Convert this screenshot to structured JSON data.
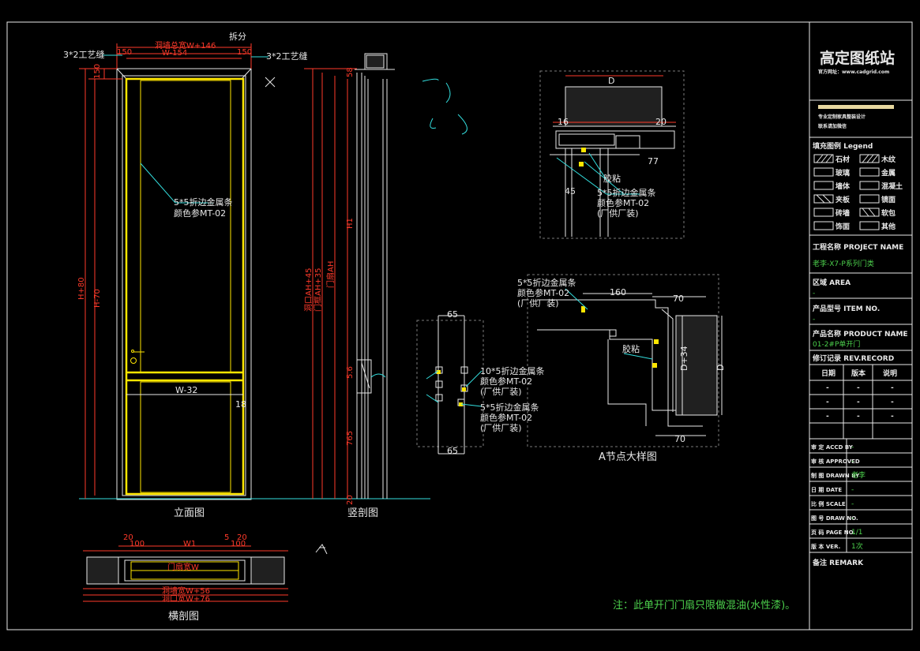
{
  "views": {
    "elevation_title": "立面图",
    "vertical_section_title": "竖剖图",
    "horizontal_section_title": "横剖图",
    "node_detail_title": "A节点大样图"
  },
  "elevation": {
    "dim_top_outer": "洞墙总宽W+146",
    "dim_top_inner": "W-154",
    "dim_top_left": "150",
    "dim_top_right": "150",
    "dim_left_150": "150",
    "dim_h80": "H+80",
    "dim_h70": "H-70",
    "label_3x2_left": "3*2工艺缝",
    "label_3x2_right": "3*2工艺缝",
    "label_chaifen": "拆分",
    "label_mid_w32": "W-32",
    "dim_18": "18",
    "metal_strip_line1": "5*5折边金属条",
    "metal_strip_line2": "颜色参MT-02"
  },
  "vertical_section": {
    "dim_hole_ah45": "洞口AH+45",
    "dim_frame_ah35": "门框AH+35",
    "dim_door_ah": "门扇AH",
    "dim_h1": "H1",
    "dim_765": "765",
    "dim_58": "58",
    "dim_20": "20",
    "dim_56": "5.6"
  },
  "horizontal_section": {
    "dim_20_left": "20",
    "dim_100_left": "100",
    "dim_w1": "W1",
    "dim_5": "5",
    "dim_20_right": "20",
    "dim_100_right": "100",
    "label_door_w": "门扇宽W",
    "label_hole_w56": "洞墙宽W+56",
    "label_hole_w76": "洞口宽W+76"
  },
  "node_top": {
    "dim_top": "D",
    "dim_16": "16",
    "dim_20": "20",
    "dim_45": "45",
    "dim_77": "77",
    "label_glue": "胶粘",
    "strip_line1": "5*5折边金属条",
    "strip_line2": "颜色参MT-02",
    "strip_line3": "(厂供厂装)"
  },
  "node_mid": {
    "dim_65_top": "65",
    "dim_65_bot": "65",
    "strip10_line1": "10*5折边金属条",
    "strip10_line2": "颜色参MT-02",
    "strip10_line3": "(厂供厂装)",
    "strip5_line1": "5*5折边金属条",
    "strip5_line2": "颜色参MT-02",
    "strip5_line3": "(厂供厂装)"
  },
  "node_a": {
    "strip_line1": "5*5折边金属条",
    "strip_line2": "颜色参MT-02",
    "strip_line3": "(厂供厂装)",
    "dim_160": "160",
    "dim_70_top": "70",
    "dim_70_bot": "70",
    "dim_d": "D",
    "dim_d34": "D+34",
    "label_glue": "胶粘"
  },
  "note": "注：此单开门门扇只限做混油(水性漆)。",
  "title_block": {
    "brand": "高定图纸站",
    "website": "官方网址：www.cadgrid.com",
    "company_line1": "专业定制家具整装设计",
    "company_line2": "联系请加微信",
    "legend_title": "填充图例 Legend",
    "legend_items": [
      "石材",
      "木纹",
      "玻璃",
      "金属",
      "墙体",
      "混凝土",
      "夹板",
      "镜面",
      "砖墙",
      "软包",
      "饰面",
      "其他"
    ],
    "project_label": "工程名称 PROJECT NAME",
    "project_value": "老李-X7-P系列门类",
    "area_label": "区域 AREA",
    "area_value": "-",
    "model_label": "产品型号 ITEM NO.",
    "model_value": "-",
    "product_label": "产品名称 PRODUCT NAME",
    "product_value": "01-2#P单开门",
    "revision_label": "修订记录 REV.RECORD",
    "revision_headers": [
      "日期",
      "版本",
      "说明"
    ],
    "revision_rows": [
      [
        "-",
        "-",
        "-"
      ],
      [
        "-",
        "-",
        "-"
      ],
      [
        "-",
        "-",
        "-"
      ]
    ],
    "fields": [
      {
        "label": "审 定 ACCD BY",
        "value": "-"
      },
      {
        "label": "审 核 APPROVED",
        "value": "-"
      },
      {
        "label": "制 图 DRAWN BY",
        "value": "老李"
      },
      {
        "label": "日 期 DATE",
        "value": "-"
      },
      {
        "label": "比 例 SCALE",
        "value": "-"
      },
      {
        "label": "图 号 DRAW NO.",
        "value": "-"
      },
      {
        "label": "页 码 PAGE NO.",
        "value": "1/1"
      },
      {
        "label": "版 本 VER.",
        "value": "1次"
      }
    ],
    "remark_label": "备注 REMARK"
  },
  "colors": {
    "background": "#000000",
    "line": "#e8e8e8",
    "door_leaf": "#ffe600",
    "leader": "#33dede",
    "dimension": "#ff3a2a",
    "text_green": "#4cd04c"
  }
}
